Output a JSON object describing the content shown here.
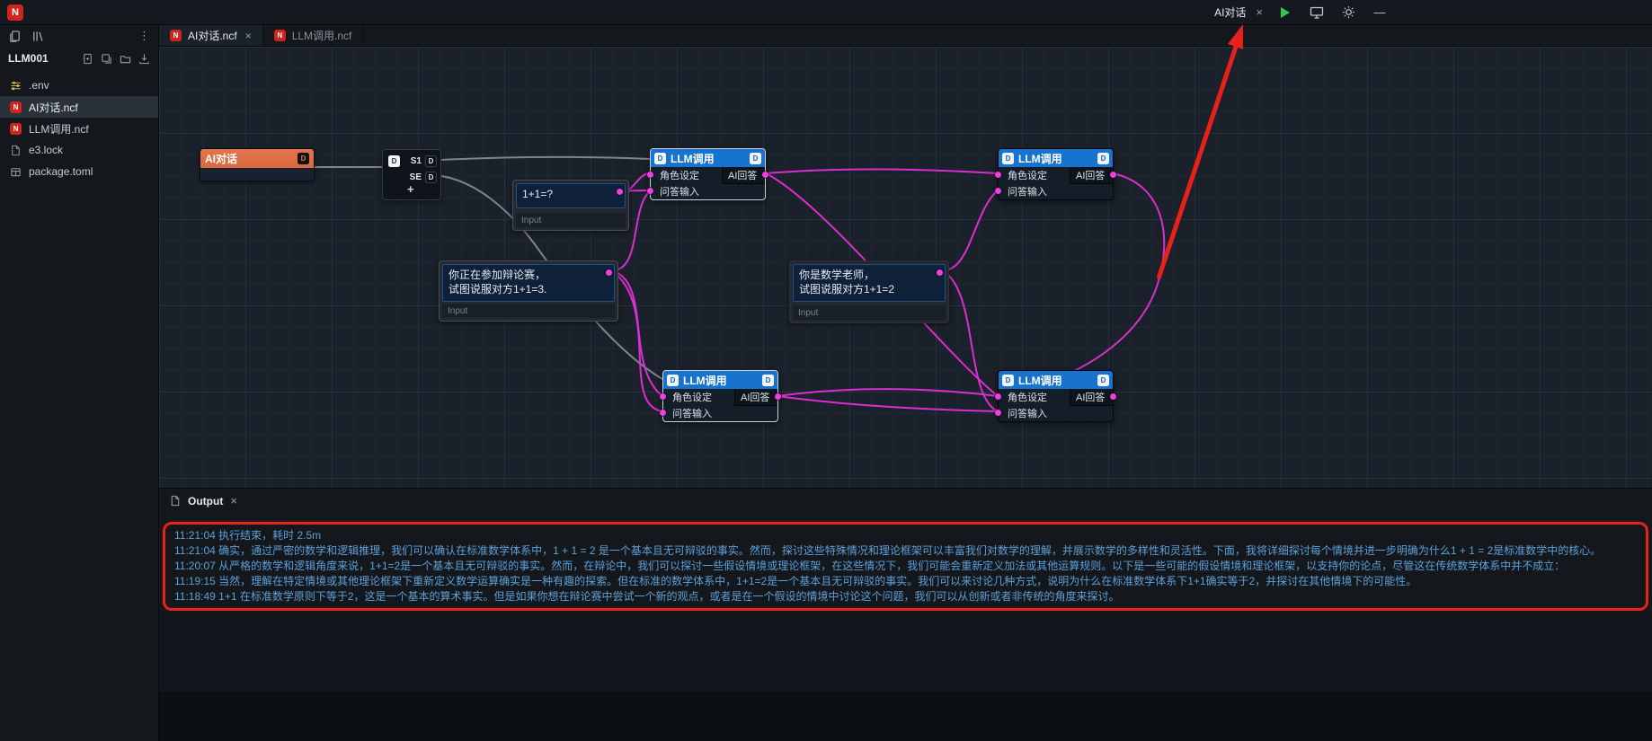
{
  "colors": {
    "node_header_orange": "#dd6f49",
    "node_header_blue": "#1873cf",
    "wire_magenta": "#e52fd8",
    "wire_gray": "#8f969e",
    "annotation_red": "#e8221a",
    "log_text_blue": "#5da0d8",
    "play_green": "#2ec94e",
    "file_icon_red": "#d1241c",
    "canvas_bg": "#1b212a"
  },
  "titlebar": {
    "logo": "N",
    "run_config_label": "AI对话",
    "close_label": "×",
    "minimize_label": "—"
  },
  "sidebar": {
    "project_name": "LLM001",
    "more_glyph": "⋮",
    "files": [
      {
        "name": ".env",
        "icon": "sliders-icon"
      },
      {
        "name": "AI对话.ncf",
        "icon": "ncf-file-icon",
        "selected": true
      },
      {
        "name": "LLM调用.ncf",
        "icon": "ncf-file-icon"
      },
      {
        "name": "e3.lock",
        "icon": "lock-file-icon"
      },
      {
        "name": "package.toml",
        "icon": "package-file-icon"
      }
    ]
  },
  "tabs": [
    {
      "label": "AI对话.ncf",
      "close": "×",
      "active": true
    },
    {
      "label": "LLM调用.ncf",
      "active": false
    }
  ],
  "canvas": {
    "nodes": {
      "ai_dialog": {
        "title": "AI对话",
        "badge": "D"
      },
      "splitter": {
        "icon": "D",
        "port1": "S1",
        "port2": "SE",
        "badge": "D",
        "add": "+"
      },
      "input_short": {
        "text": "1+1=?",
        "footer": "Input"
      },
      "input_debate": {
        "line1": "你正在参加辩论赛，",
        "line2": "试图说服对方1+1=3.",
        "footer": "Input"
      },
      "input_teacher": {
        "line1": "你是数学老师，",
        "line2": "试图说服对方1+1=2",
        "footer": "Input"
      },
      "llm": {
        "title": "LLM调用",
        "badge": "D",
        "input1": "角色设定",
        "input2": "问答输入",
        "output": "AI回答"
      }
    }
  },
  "output_panel": {
    "tab_label": "Output",
    "close_label": "×",
    "logs": [
      "11:21:04 执行结束，耗时 2.5m",
      "11:21:04 确实，通过严密的数学和逻辑推理，我们可以确认在标准数学体系中，1 + 1 = 2 是一个基本且无可辩驳的事实。然而，探讨这些特殊情况和理论框架可以丰富我们对数学的理解，并展示数学的多样性和灵活性。下面，我将详细探讨每个情境并进一步明确为什么1 + 1 = 2是标准数学中的核心。",
      "11:20:07 从严格的数学和逻辑角度来说，1+1=2是一个基本且无可辩驳的事实。然而，在辩论中，我们可以探讨一些假设情境或理论框架，在这些情况下，我们可能会重新定义加法或其他运算规则。以下是一些可能的假设情境和理论框架，以支持你的论点，尽管这在传统数学体系中并不成立：",
      "11:19:15 当然，理解在特定情境或其他理论框架下重新定义数学运算确实是一种有趣的探索。但在标准的数学体系中，1+1=2是一个基本且无可辩驳的事实。我们可以来讨论几种方式，说明为什么在标准数学体系下1+1确实等于2，并探讨在其他情境下的可能性。",
      "11:18:49 1+1 在标准数学原则下等于2，这是一个基本的算术事实。但是如果你想在辩论赛中尝试一个新的观点，或者是在一个假设的情境中讨论这个问题，我们可以从创新或者非传统的角度来探讨。"
    ]
  }
}
